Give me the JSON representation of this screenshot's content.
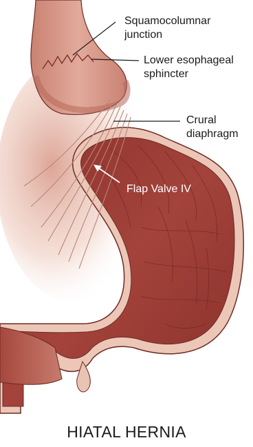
{
  "labels": {
    "squamocolumnar_line1": "Squamocolumnar",
    "squamocolumnar_line2": "junction",
    "les_line1": "Lower esophageal",
    "les_line2": "sphincter",
    "crural_line1": "Crural",
    "crural_line2": "diaphragm",
    "flap_valve": "Flap Valve IV"
  },
  "title": "HIATAL HERNIA",
  "colors": {
    "stomach": "#9a3a34",
    "stomach_dark": "#7e2c28",
    "wall_pink": "#e9bfae",
    "esophagus": "#cf8f83",
    "diaphragm": "#e6c1ad",
    "text": "#1a1a1a"
  }
}
